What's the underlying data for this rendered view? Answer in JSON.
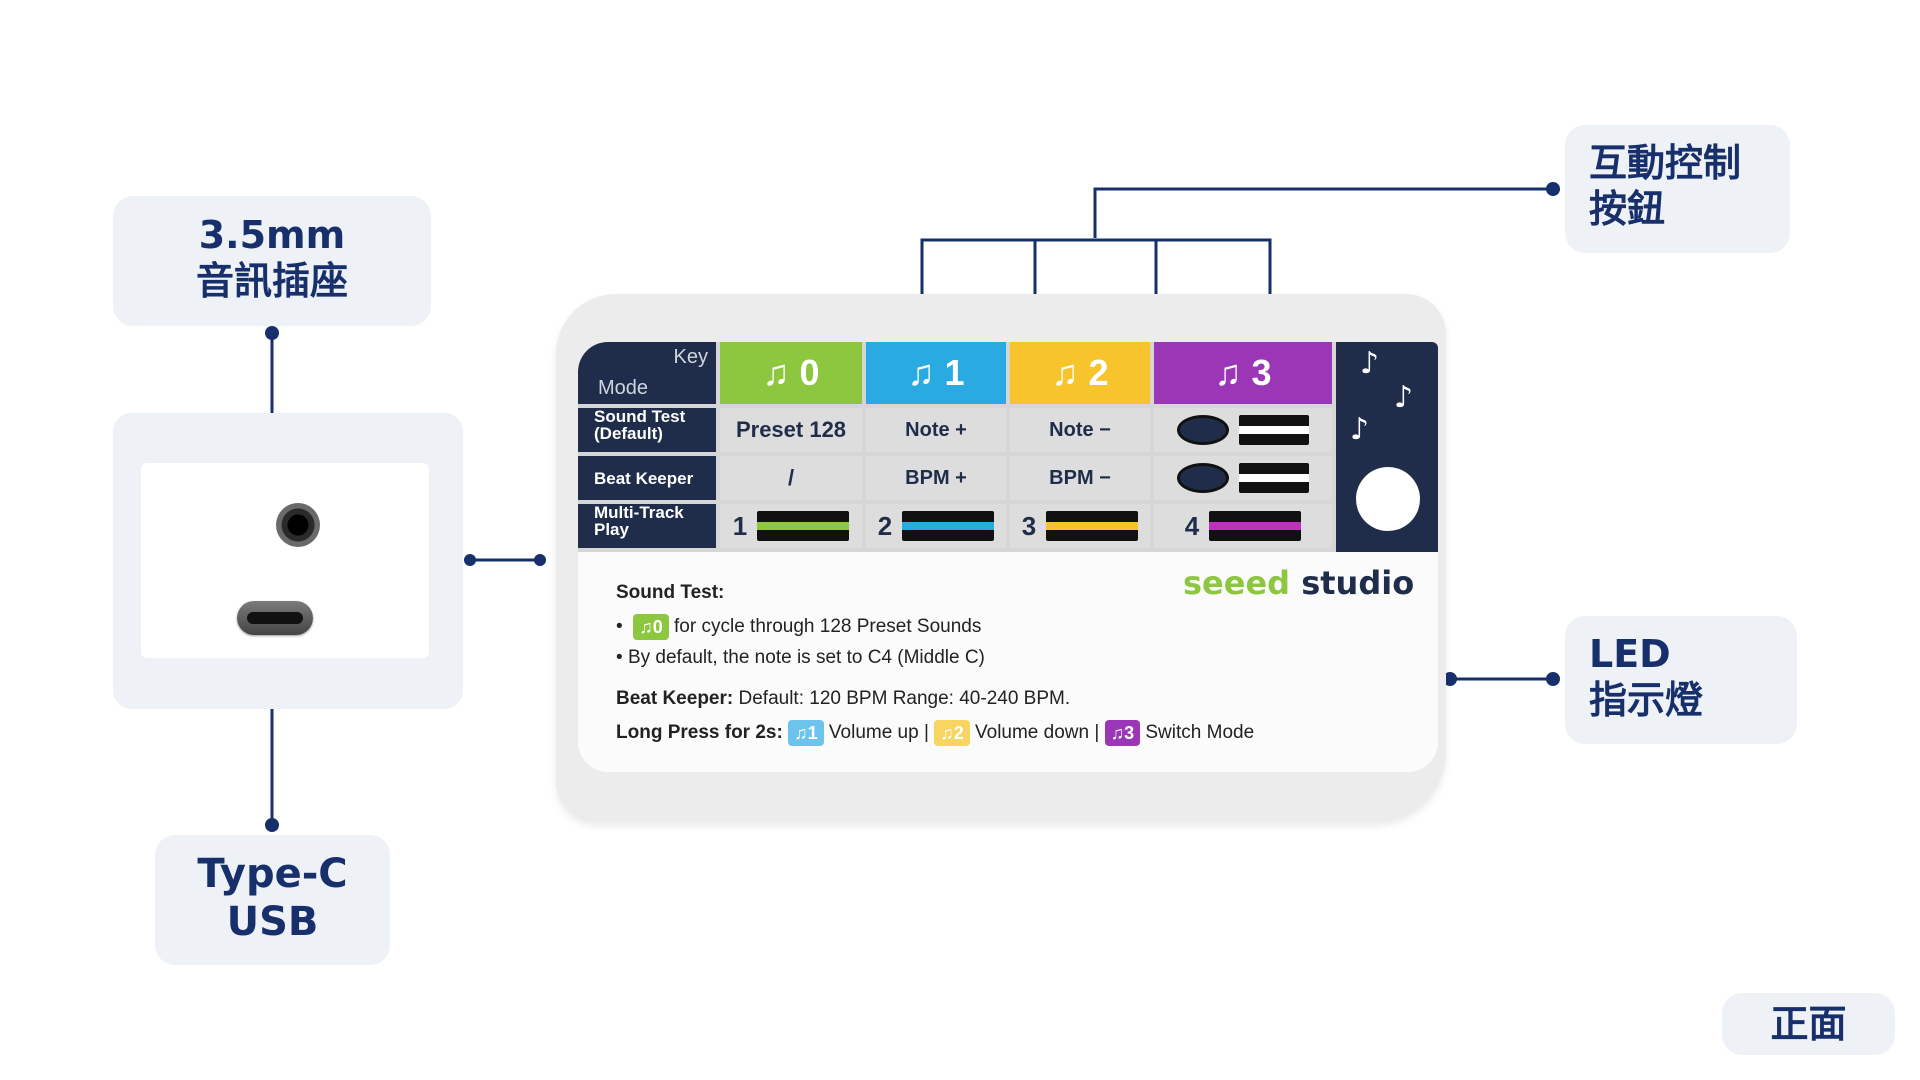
{
  "callouts": {
    "audio_jack": [
      "3.5mm",
      "音訊插座"
    ],
    "usb": [
      "Type-C",
      "USB"
    ],
    "buttons": [
      "互動控制",
      "按鈕"
    ],
    "led": [
      "LED",
      "指示燈"
    ],
    "view": "正面"
  },
  "table": {
    "corner_key": "Key",
    "corner_mode": "Mode",
    "keys": [
      {
        "label": "0",
        "color": "#8dc63f"
      },
      {
        "label": "1",
        "color": "#29abe2"
      },
      {
        "label": "2",
        "color": "#f7c42d"
      },
      {
        "label": "3",
        "color": "#9b36b7"
      }
    ],
    "rows": [
      {
        "mode": [
          "Sound Test",
          "(Default)"
        ],
        "cells": [
          "Preset 128",
          "Note +",
          "Note −",
          ""
        ]
      },
      {
        "mode": [
          "Beat Keeper"
        ],
        "cells": [
          "/",
          "BPM +",
          "BPM −",
          ""
        ]
      },
      {
        "mode": [
          "Multi-Track",
          "Play"
        ],
        "cells": [
          "1",
          "2",
          "3",
          "4"
        ]
      }
    ]
  },
  "brand": {
    "part1": "seeed",
    "part2": "studio"
  },
  "instructions": {
    "sound_test_title": "Sound Test:",
    "bullet1_chip": "0",
    "bullet1": "for cycle through 128 Preset Sounds",
    "bullet2": "By default, the note is set to C4 (Middle C)",
    "beat_keeper_label": "Beat Keeper:",
    "beat_keeper": "Default: 120 BPM Range: 40-240 BPM.",
    "long_press_label": "Long Press for 2s:",
    "lp_chip1": "1",
    "lp_text1": "Volume up |",
    "lp_chip2": "2",
    "lp_text2": "Volume down |",
    "lp_chip3": "3",
    "lp_text3": "Switch Mode"
  },
  "colors": {
    "navy": "#17306b",
    "callout_bg": "#eef1f6"
  }
}
